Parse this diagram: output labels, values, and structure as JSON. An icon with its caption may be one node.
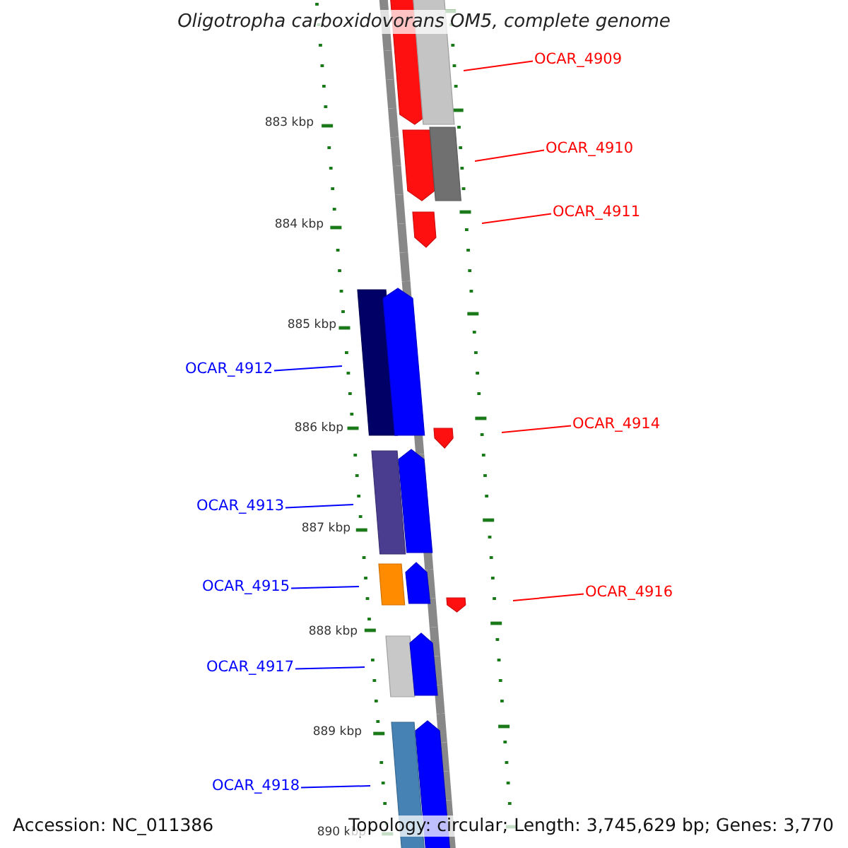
{
  "diagram": {
    "title": "Oligotropha carboxidovorans OM5, complete genome",
    "nodes": [
      {
        "text": [
          "OCAR_4909"
        ]
      },
      {
        "text": [
          "OCAR_4910"
        ]
      },
      {
        "text": [
          "OCAR_4911"
        ]
      },
      {
        "text": [
          "OCAR_4912"
        ]
      },
      {
        "text": [
          "OCAR_4914"
        ]
      },
      {
        "text": [
          "OCAR_4913"
        ]
      },
      {
        "text": [
          "OCAR_4915"
        ]
      },
      {
        "text": [
          "OCAR_4916"
        ]
      },
      {
        "text": [
          "OCAR_4917"
        ]
      },
      {
        "text": [
          "OCAR_4918"
        ]
      }
    ],
    "edges": [
      {
        "from": 0,
        "to": null,
        "arrow": "none",
        "color": "#ff0000"
      },
      {
        "from": 1,
        "to": null,
        "arrow": "none",
        "color": "#ff0000"
      },
      {
        "from": 2,
        "to": null,
        "arrow": "none",
        "color": "#ff0000"
      },
      {
        "from": 3,
        "to": null,
        "arrow": "none",
        "color": "#0000ff"
      },
      {
        "from": 4,
        "to": null,
        "arrow": "none",
        "color": "#ff0000"
      },
      {
        "from": 5,
        "to": null,
        "arrow": "none",
        "color": "#0000ff"
      },
      {
        "from": 6,
        "to": null,
        "arrow": "none",
        "color": "#0000ff"
      },
      {
        "from": 7,
        "to": null,
        "arrow": "none",
        "color": "#ff0000"
      },
      {
        "from": 8,
        "to": null,
        "arrow": "none",
        "color": "#0000ff"
      },
      {
        "from": 9,
        "to": null,
        "arrow": "none",
        "color": "#0000ff"
      }
    ],
    "labels": [
      "883 kbp",
      "884 kbp",
      "885 kbp",
      "886 kbp",
      "887 kbp",
      "888 kbp",
      "889 kbp",
      "890 kbp",
      "Accession: NC_011386",
      "Topology: circular; Length: 3,745,629 bp; Genes: 3,770"
    ]
  }
}
